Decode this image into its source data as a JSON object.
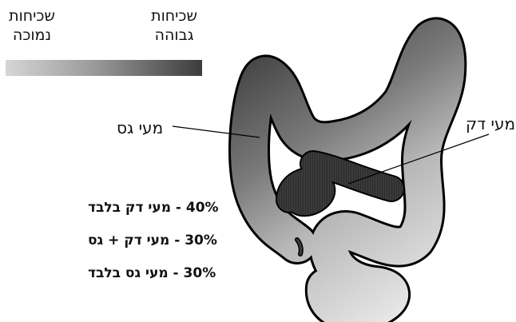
{
  "legend": {
    "low": [
      "שכיחות",
      "נמוכה"
    ],
    "high": [
      "שכיחות",
      "גבוהה"
    ]
  },
  "labels": {
    "large_intestine": "מעי גס",
    "small_intestine": "מעי דק"
  },
  "stats": [
    "40% - מעי דק בלבד",
    "30% - מעי דק + גס",
    "30% - מעי גס בלבד"
  ],
  "shares": {
    "small_only": 40,
    "small_and_large": 30,
    "large_only": 30
  },
  "colors": {
    "high_frequency": "#3c3c3c",
    "low_frequency": "#d6d6d6",
    "outline": "#000000"
  }
}
